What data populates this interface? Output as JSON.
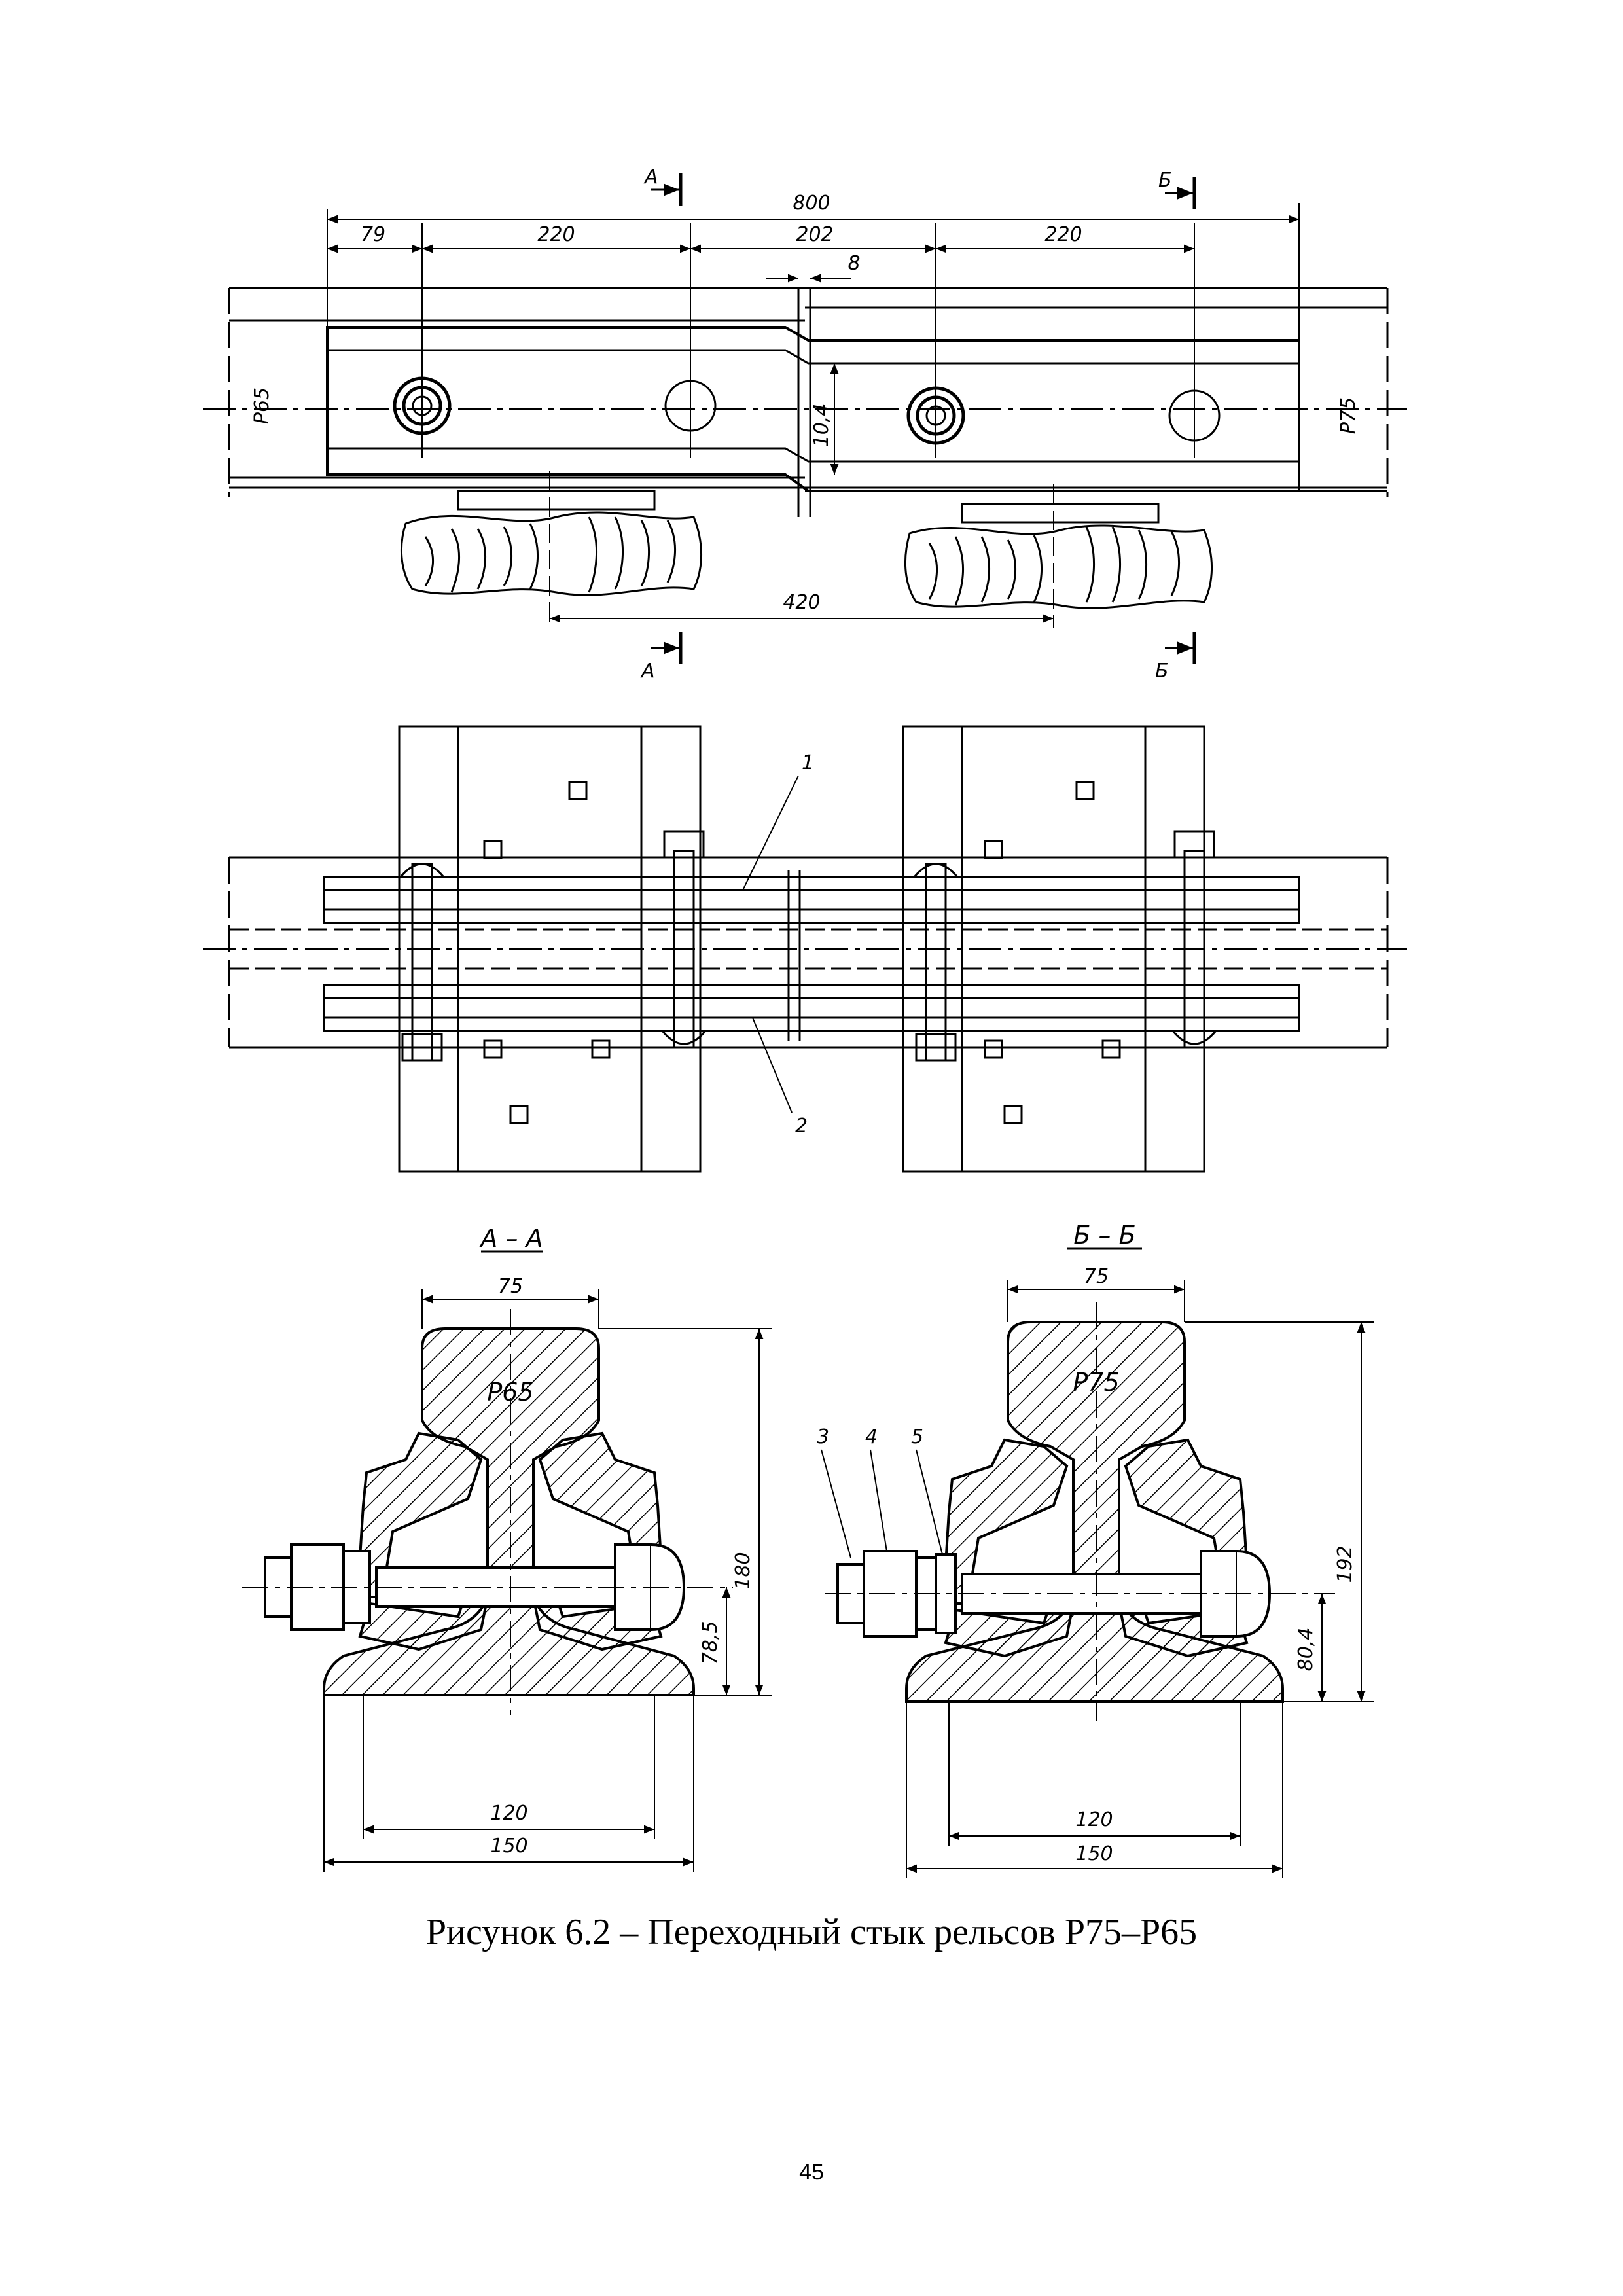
{
  "caption": "Рисунок 6.2 – Переходный стык рельсов Р75–Р65",
  "page_number": "45",
  "top_view": {
    "dims": {
      "overall": "800",
      "d79": "79",
      "d220a": "220",
      "d202": "202",
      "d220b": "220",
      "gap": "8",
      "step": "10,4",
      "tie_spacing": "420"
    },
    "rail_left": "Р65",
    "rail_right": "Р75",
    "cut_a": "А",
    "cut_b": "Б"
  },
  "plan_view": {
    "callout_1": "1",
    "callout_2": "2"
  },
  "section_a": {
    "title": "А – А",
    "rail": "Р65",
    "d_head": "75",
    "d_height": "180",
    "d_axis": "78,5",
    "d_base_inner": "120",
    "d_base": "150"
  },
  "section_b": {
    "title": "Б – Б",
    "rail": "Р75",
    "d_head": "75",
    "d_height": "192",
    "d_axis": "80,4",
    "d_base_inner": "120",
    "d_base": "150",
    "callout_3": "3",
    "callout_4": "4",
    "callout_5": "5"
  }
}
